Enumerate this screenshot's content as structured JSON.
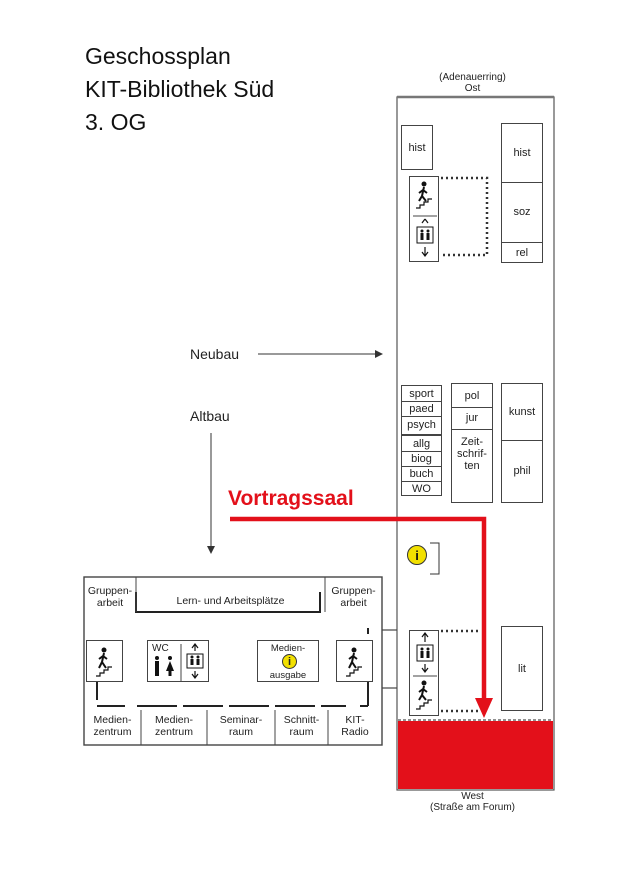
{
  "title": {
    "line1": "Geschossplan",
    "line2": "KIT-Bibliothek Süd",
    "line3": "3. OG"
  },
  "compass": {
    "east_street": "(Adenauerring)",
    "east": "Ost",
    "west": "West",
    "west_street": "(Straße am Forum)"
  },
  "labels": {
    "neubau": "Neubau",
    "altbau": "Altbau",
    "vortragssaal": "Vortragssaal"
  },
  "neubau_rooms": {
    "hist_left": "hist",
    "hist_right": "hist",
    "soz": "soz",
    "rel": "rel",
    "shelf_left": [
      "sport",
      "paed",
      "psych",
      "allg",
      "biog",
      "buch",
      "WO"
    ],
    "pol": "pol",
    "jur": "jur",
    "zeitschriften": "Zeit-\nschrif-\nten",
    "kunst": "kunst",
    "phil": "phil",
    "lit": "lit"
  },
  "altbau_rooms": {
    "gruppenarbeit_left": "Gruppen-\narbeit",
    "lernplaetze": "Lern- und Arbeitsplätze",
    "gruppenarbeit_right": "Gruppen-\narbeit",
    "wc": "WC",
    "medienausgabe_top": "Medien-",
    "medienausgabe_bottom": "ausgabe",
    "info_symbol": "i",
    "bottom_rooms": [
      "Medien-\nzentrum",
      "Medien-\nzentrum",
      "Seminar-\nraum",
      "Schnitt-\nraum",
      "KIT-\nRadio"
    ]
  },
  "colors": {
    "highlight": "#e3101a",
    "info": "#f2e000",
    "line": "#333333"
  }
}
